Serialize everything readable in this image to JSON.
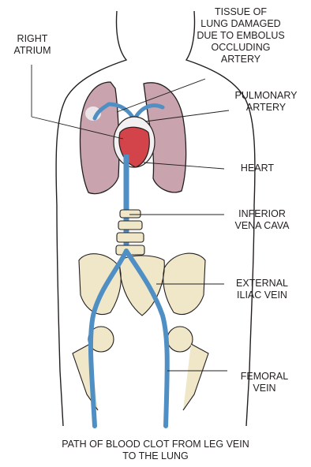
{
  "labels": {
    "tissue": [
      "TISSUE OF",
      "LUNG DAMAGED",
      "DUE TO EMBOLUS",
      "OCCLUDING",
      "ARTERY"
    ],
    "right_atrium": [
      "RIGHT",
      "ATRIUM"
    ],
    "pulmonary_artery": [
      "PULMONARY",
      "ARTERY"
    ],
    "heart": [
      "HEART"
    ],
    "inferior_vena_cava": [
      "INFERIOR",
      "VENA CAVA"
    ],
    "external_iliac_vein": [
      "EXTERNAL",
      "ILIAC VEIN"
    ],
    "femoral_vein": [
      "FEMORAL",
      "VEIN"
    ]
  },
  "caption": [
    "PATH OF BLOOD CLOT FROM LEG VEIN",
    "TO THE LUNG"
  ],
  "colors": {
    "lung": "#c9a3ad",
    "vein": "#4f8fc4",
    "heart": "#d2444a",
    "bone": "#efe7c8",
    "outline": "#231f20",
    "damaged_tissue": "#ebe6e9"
  }
}
